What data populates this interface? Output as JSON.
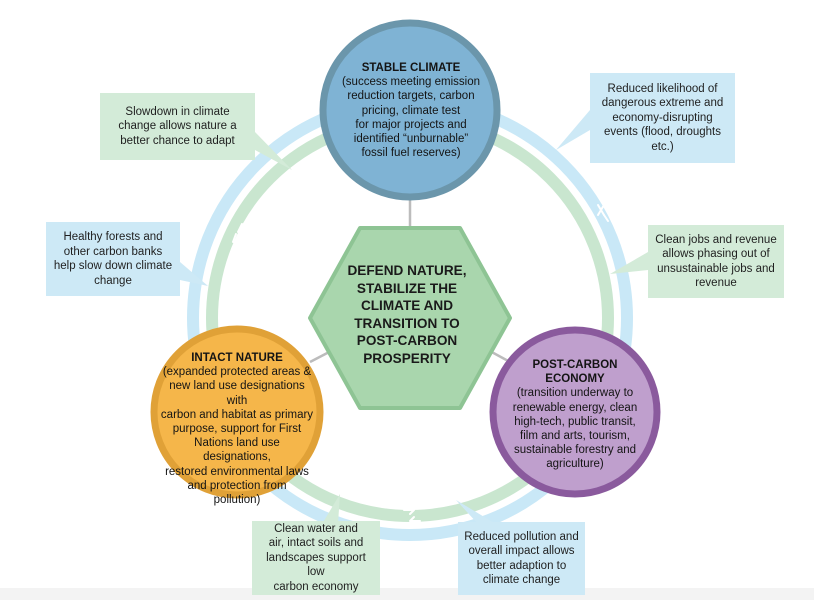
{
  "colors": {
    "ring_blue": "#c9e8f7",
    "ring_green": "#c9e6cf",
    "climate_fill": "#7fb3d4",
    "climate_stroke": "#6b96ab",
    "economy_fill": "#bf9fcd",
    "economy_stroke": "#8a5a9d",
    "nature_fill": "#f5b64a",
    "nature_stroke": "#e0a137",
    "center_fill": "#a9d6ad",
    "center_stroke": "#8ec494",
    "note_blue": "#cde9f6",
    "note_green": "#d3ebd8"
  },
  "center": {
    "lines": [
      "DEFEND NATURE,",
      "STABILIZE THE",
      "CLIMATE AND",
      "TRANSITION TO",
      "POST-CARBON",
      "PROSPERITY"
    ]
  },
  "nodes": {
    "stable_climate": {
      "title": "STABLE CLIMATE",
      "lines": [
        "(success meeting emission",
        "reduction targets, carbon",
        "pricing, climate test",
        "for major projects and",
        "identified “unburnable”",
        "fossil fuel reserves)"
      ]
    },
    "post_carbon_economy": {
      "title_lines": [
        "POST-CARBON",
        "ECONOMY"
      ],
      "lines": [
        "(transition underway to",
        "renewable energy, clean",
        "high-tech, public transit,",
        "film and arts, tourism,",
        "sustainable forestry and",
        "agriculture)"
      ]
    },
    "intact_nature": {
      "title": "INTACT NATURE",
      "lines": [
        "(expanded protected areas &",
        "new land use designations with",
        "carbon and habitat as primary",
        "purpose, support for First",
        "Nations land use designations,",
        "restored environmental laws",
        "and protection from",
        "pollution)"
      ]
    }
  },
  "notes": {
    "slowdown": [
      "Slowdown in climate",
      "change allows nature a",
      "better chance to adapt"
    ],
    "reduced_likelihood": [
      "Reduced likelihood of",
      "dangerous extreme and",
      "economy-disrupting",
      "events (flood, droughts",
      "etc.)"
    ],
    "healthy_forests": [
      "Healthy forests and",
      "other carbon banks",
      "help slow down climate",
      "change"
    ],
    "clean_jobs": [
      "Clean jobs and revenue",
      "allows phasing out of",
      "unsustainable jobs and",
      "revenue"
    ],
    "clean_water": [
      "Clean water and",
      "air, intact soils and",
      "landscapes support low",
      "carbon economy"
    ],
    "reduced_pollution": [
      "Reduced pollution and",
      "overall impact allows",
      "better adaption to",
      "climate change"
    ]
  }
}
